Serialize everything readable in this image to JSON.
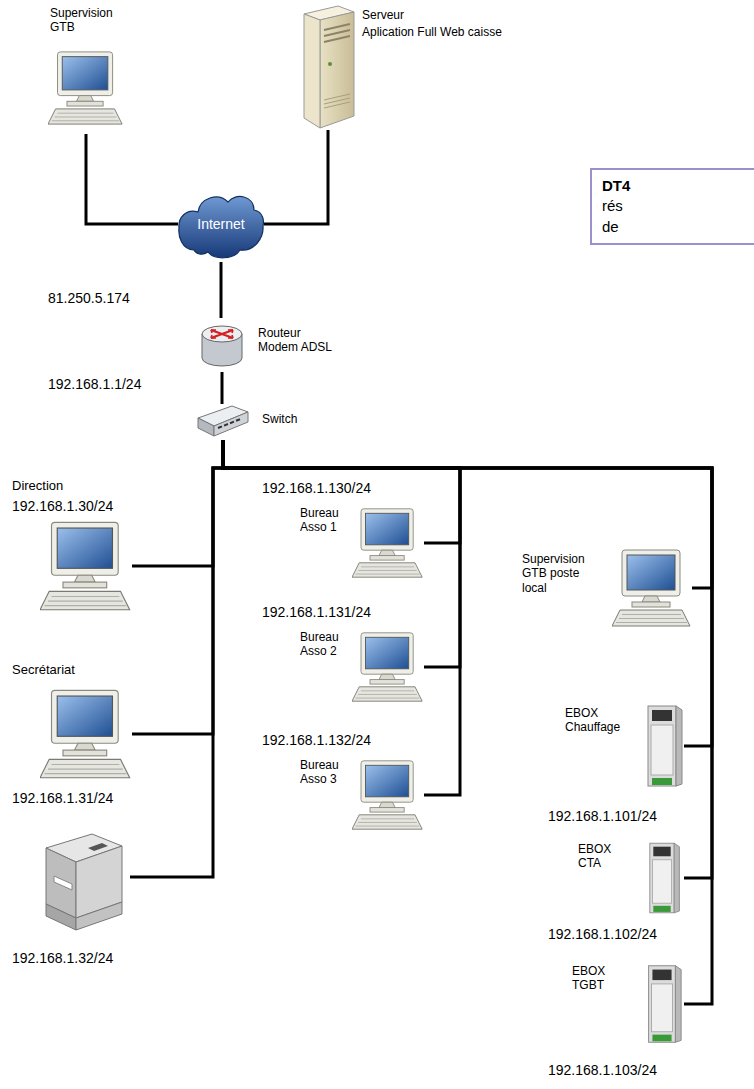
{
  "diagram": {
    "nodes": [
      {
        "text": [
          "Supervision GTB"
        ]
      },
      {
        "text": [
          "Serveur",
          "Aplication Full Web caisse"
        ]
      },
      {
        "text": [
          "DT4",
          "rés de"
        ]
      },
      {
        "text": [
          "Internet"
        ]
      },
      {
        "text": [
          "Routeur Modem ADSL"
        ]
      },
      {
        "text": [
          "Switch"
        ]
      },
      {
        "text": [
          "Direction",
          "192.168.1.30/24"
        ]
      },
      {
        "text": [
          "Secrétariat",
          "192.168.1.31/24"
        ]
      },
      {
        "text": [
          "192.168.1.32/24"
        ]
      },
      {
        "text": [
          "192.168.1.130/24",
          "Bureau Asso 1"
        ]
      },
      {
        "text": [
          "192.168.1.131/24",
          "Bureau Asso 2"
        ]
      },
      {
        "text": [
          "192.168.1.132/24",
          "Bureau Asso 3"
        ]
      },
      {
        "text": [
          "Supervision GTB poste local"
        ]
      },
      {
        "text": [
          "EBOX Chauffage",
          "192.168.1.101/24"
        ]
      },
      {
        "text": [
          "EBOX CTA",
          "192.168.1.102/24"
        ]
      },
      {
        "text": [
          "EBOX TGBT",
          "192.168.1.103/24"
        ]
      }
    ],
    "edges": [
      {
        "from": 0,
        "to": 3,
        "arrow": "none"
      },
      {
        "from": 1,
        "to": 3,
        "arrow": "none"
      },
      {
        "from": 3,
        "to": 4,
        "label": "81.250.5.174",
        "arrow": "none"
      },
      {
        "from": 4,
        "to": 5,
        "label": "192.168.1.1/24",
        "arrow": "none"
      },
      {
        "from": 5,
        "to": 6,
        "arrow": "none"
      },
      {
        "from": 5,
        "to": 7,
        "arrow": "none"
      },
      {
        "from": 5,
        "to": 8,
        "arrow": "none"
      },
      {
        "from": 5,
        "to": 9,
        "arrow": "none"
      },
      {
        "from": 5,
        "to": 10,
        "arrow": "none"
      },
      {
        "from": 5,
        "to": 11,
        "arrow": "none"
      },
      {
        "from": 5,
        "to": 12,
        "arrow": "none"
      },
      {
        "from": 5,
        "to": 13,
        "arrow": "none"
      },
      {
        "from": 5,
        "to": 14,
        "arrow": "none"
      },
      {
        "from": 5,
        "to": 15,
        "arrow": "none"
      }
    ]
  }
}
